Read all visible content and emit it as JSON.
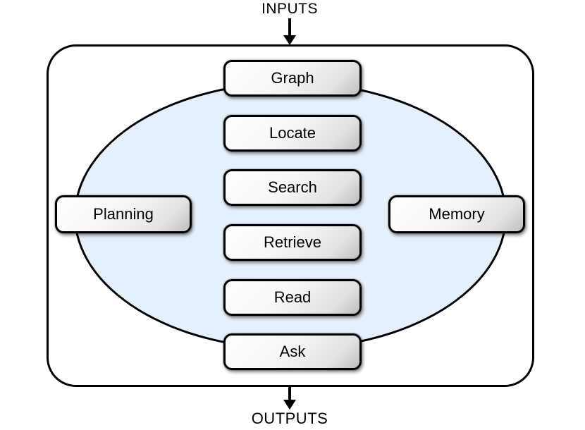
{
  "diagram": {
    "input_label": "INPUTS",
    "output_label": "OUTPUTS",
    "center_stack": [
      "Graph",
      "Locate",
      "Search",
      "Retrieve",
      "Read",
      "Ask"
    ],
    "left_node": "Planning",
    "right_node": "Memory",
    "colors": {
      "ellipse_fill": "#e6f0fd",
      "outline": "#000000",
      "node_gradient_start": "#ffffff",
      "node_gradient_end": "#bfbfbf"
    }
  }
}
